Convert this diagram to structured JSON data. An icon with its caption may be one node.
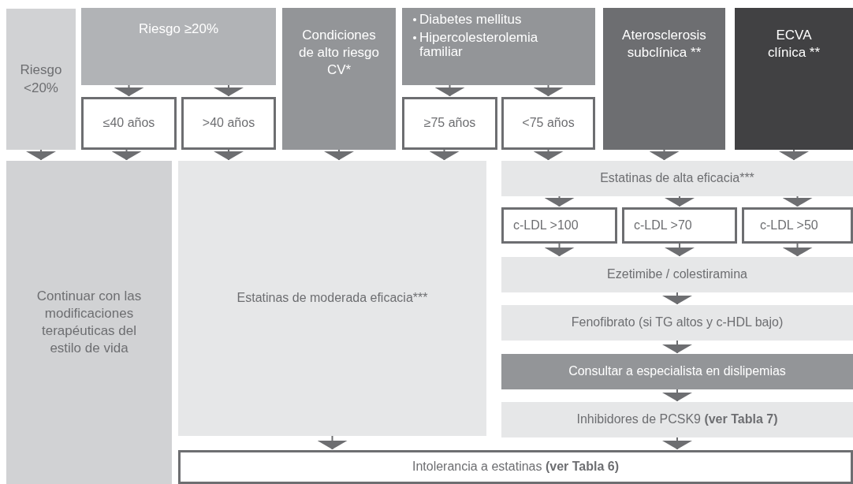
{
  "diagram": {
    "nodes": [
      {
        "text": [
          "Riesgo <20%"
        ]
      },
      {
        "text": [
          "Riesgo ≥20%"
        ]
      },
      {
        "text": [
          "≤40 años"
        ]
      },
      {
        "text": [
          ">40 años"
        ]
      },
      {
        "text": [
          "Condiciones de alto riesgo CV*"
        ]
      },
      {
        "text": [
          "Diabetes mellitus",
          "Hipercolesterolemia familiar"
        ]
      },
      {
        "text": [
          "≥75 años"
        ]
      },
      {
        "text": [
          "<75 años"
        ]
      },
      {
        "text": [
          "Aterosclerosis subclínica **"
        ]
      },
      {
        "text": [
          "ECVA clínica **"
        ]
      },
      {
        "text": [
          "Continuar con las modificaciones terapéuticas del estilo de vida"
        ]
      },
      {
        "text": [
          "Estatinas de moderada eficacia***"
        ]
      },
      {
        "text": [
          "Estatinas de alta eficacia***"
        ]
      },
      {
        "text": [
          "c-LDL >100"
        ]
      },
      {
        "text": [
          "c-LDL >70"
        ]
      },
      {
        "text": [
          "c-LDL >50"
        ]
      },
      {
        "text": [
          "Ezetimibe / colestiramina"
        ]
      },
      {
        "text": [
          "Fenofibrato (si TG altos y c-HDL bajo)"
        ]
      },
      {
        "text": [
          "Consultar a especialista en dislipemias"
        ]
      },
      {
        "text": [
          "Inhibidores de PCSK9 **(ver Tabla 7)**"
        ]
      },
      {
        "text": [
          "Intolerancia a estatinas **(ver Tabla 6)**"
        ]
      }
    ],
    "edges": [
      {
        "from": 1,
        "to": 2,
        "arrow": "to"
      },
      {
        "from": 1,
        "to": 3,
        "arrow": "to"
      },
      {
        "from": 5,
        "to": 6,
        "arrow": "to"
      },
      {
        "from": 5,
        "to": 7,
        "arrow": "to"
      },
      {
        "from": 0,
        "to": 10,
        "arrow": "to"
      },
      {
        "from": 2,
        "to": 10,
        "arrow": "to"
      },
      {
        "from": 3,
        "to": 11,
        "arrow": "to"
      },
      {
        "from": 4,
        "to": 11,
        "arrow": "to"
      },
      {
        "from": 6,
        "to": 11,
        "arrow": "to"
      },
      {
        "from": 7,
        "to": 12,
        "arrow": "to"
      },
      {
        "from": 8,
        "to": 12,
        "arrow": "to"
      },
      {
        "from": 9,
        "to": 12,
        "arrow": "to"
      },
      {
        "from": 12,
        "to": 13,
        "arrow": "to"
      },
      {
        "from": 12,
        "to": 14,
        "arrow": "to"
      },
      {
        "from": 12,
        "to": 15,
        "arrow": "to"
      },
      {
        "from": 13,
        "to": 16,
        "arrow": "to"
      },
      {
        "from": 14,
        "to": 16,
        "arrow": "to"
      },
      {
        "from": 15,
        "to": 16,
        "arrow": "to"
      },
      {
        "from": 16,
        "to": 17,
        "arrow": "to"
      },
      {
        "from": 17,
        "to": 18,
        "arrow": "to"
      },
      {
        "from": 18,
        "to": 19,
        "arrow": "to"
      },
      {
        "from": 11,
        "to": 20,
        "arrow": "to"
      },
      {
        "from": 19,
        "to": 20,
        "arrow": "to"
      }
    ]
  }
}
